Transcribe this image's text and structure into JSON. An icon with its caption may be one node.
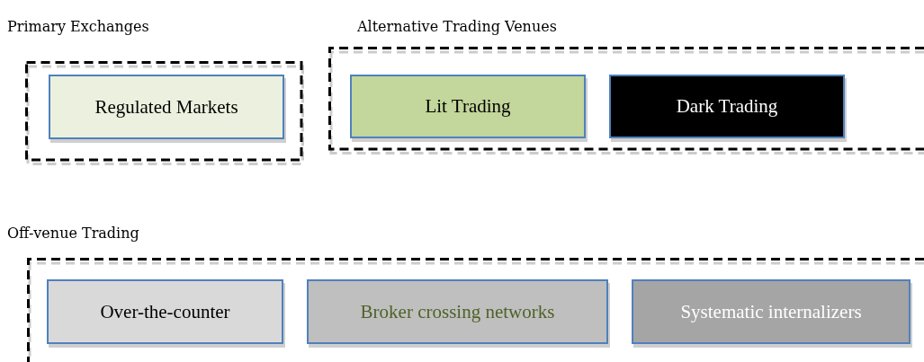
{
  "diagram": {
    "nodes": [
      {
        "text": [
          "Primary Exchanges"
        ]
      },
      {
        "text": [
          "Regulated Markets"
        ],
        "in": 0
      },
      {
        "text": [
          "Alternative Trading Venues"
        ]
      },
      {
        "text": [
          "Lit Trading"
        ],
        "in": 2
      },
      {
        "text": [
          "Dark Trading"
        ],
        "in": 2
      },
      {
        "text": [
          "Off-venue Trading"
        ]
      },
      {
        "text": [
          "Over-the-counter"
        ],
        "in": 5
      },
      {
        "text": [
          "Broker crossing networks"
        ],
        "in": 5
      },
      {
        "text": [
          "Systematic internalizers"
        ],
        "in": 5
      }
    ]
  }
}
